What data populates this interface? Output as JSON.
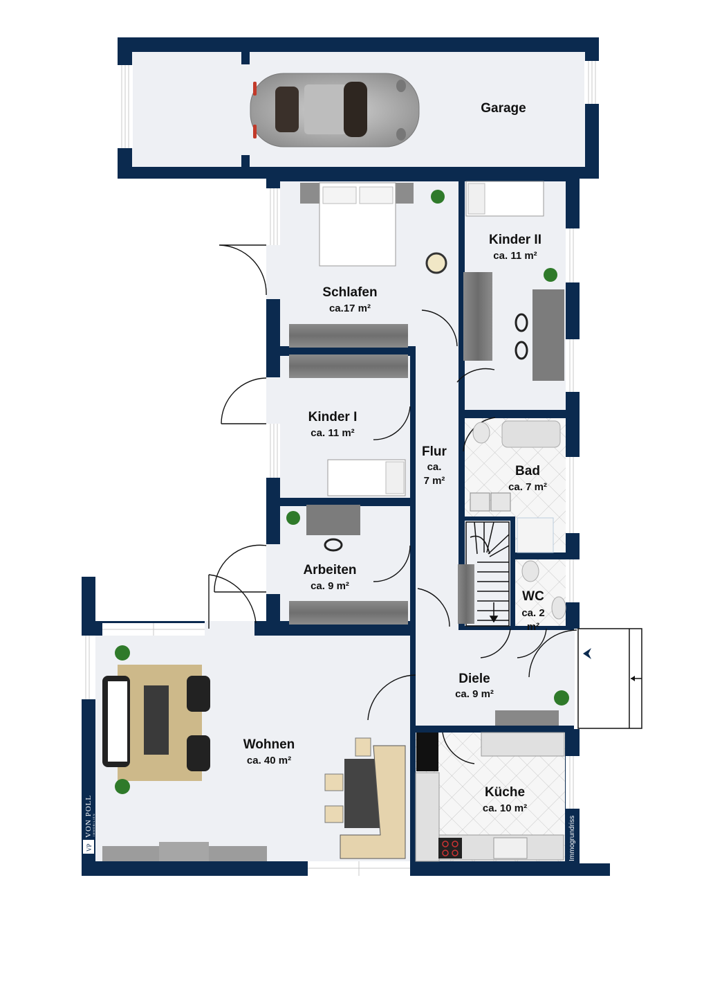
{
  "plan": {
    "title": "Erdgeschoss Grundriss",
    "wall_color": "#0b2a4f",
    "floor_color": "#eef0f4",
    "rooms": [
      {
        "id": "garage",
        "name": "Garage",
        "area": ""
      },
      {
        "id": "schlafen",
        "name": "Schlafen",
        "area": "ca.17 m²"
      },
      {
        "id": "kinder2",
        "name": "Kinder II",
        "area": "ca. 11 m²"
      },
      {
        "id": "kinder1",
        "name": "Kinder I",
        "area": "ca. 11 m²"
      },
      {
        "id": "flur",
        "name": "Flur",
        "area": "ca.",
        "area2": "7 m²"
      },
      {
        "id": "bad",
        "name": "Bad",
        "area": "ca. 7 m²"
      },
      {
        "id": "arbeiten",
        "name": "Arbeiten",
        "area": "ca. 9 m²"
      },
      {
        "id": "wc",
        "name": "WC",
        "area": "ca. 2",
        "area2": "m²"
      },
      {
        "id": "diele",
        "name": "Diele",
        "area": "ca. 9 m²"
      },
      {
        "id": "wohnen",
        "name": "Wohnen",
        "area": "ca. 40 m²"
      },
      {
        "id": "kueche",
        "name": "Küche",
        "area": "ca. 10 m²"
      }
    ],
    "branding": {
      "logo_initials": "VP",
      "logo_name": "VON POLL",
      "logo_sub": "IMMOBILIEN",
      "credit": "Immogrundriss"
    }
  }
}
